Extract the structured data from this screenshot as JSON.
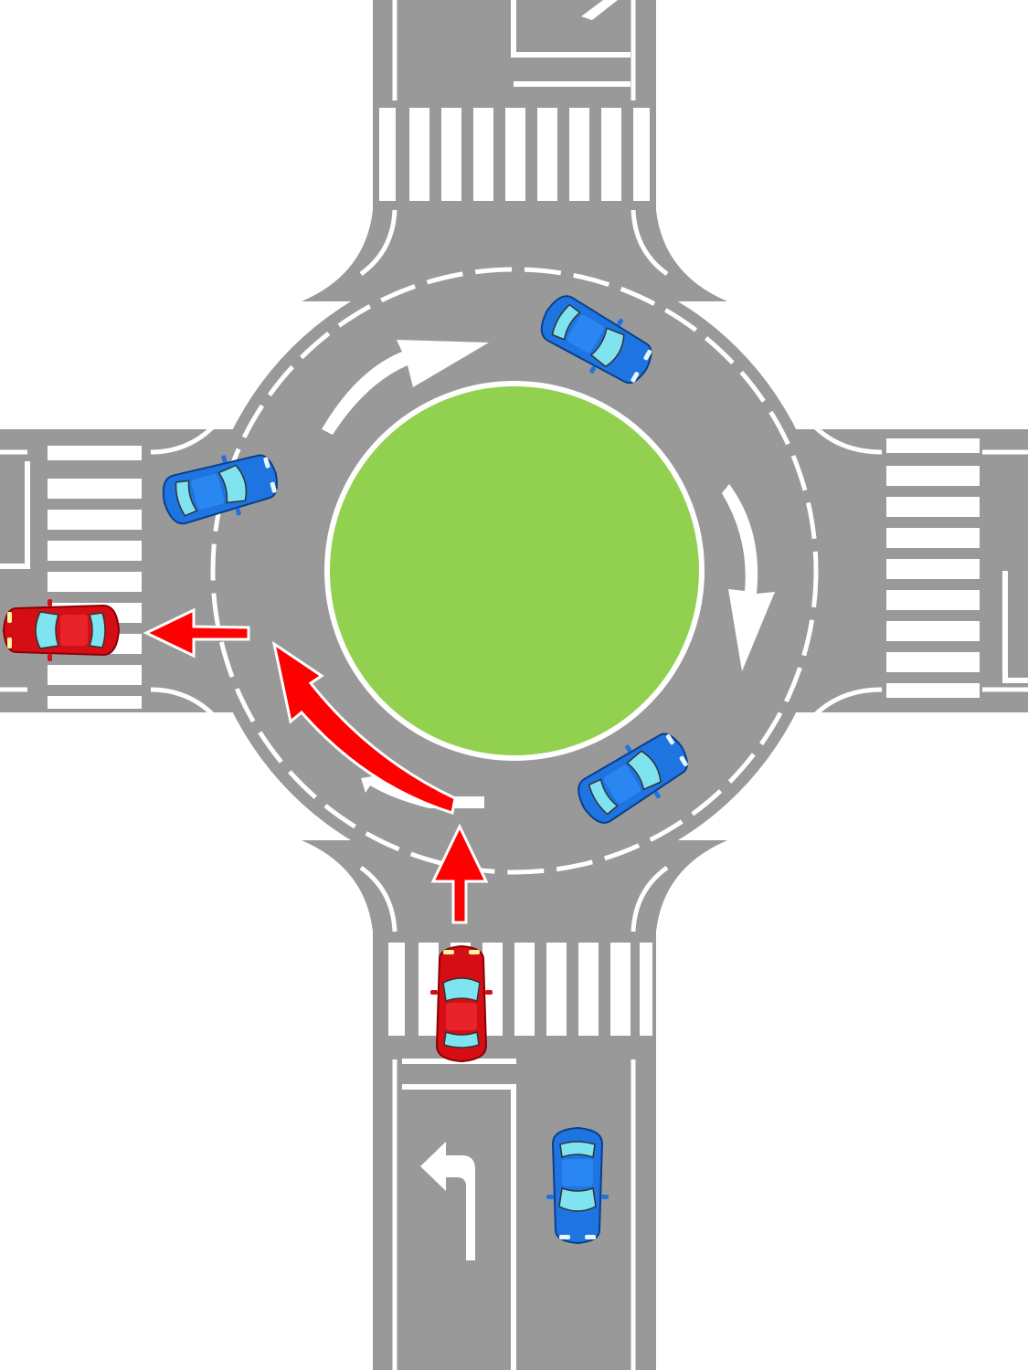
{
  "diagram": {
    "colors": {
      "background": "#ffffff",
      "road": "#999999",
      "marking": "#ffffff",
      "island": "#92d050",
      "route_arrow": "#ff0000",
      "subject_car": "#d40e14",
      "other_car": "#1e74e0",
      "car_glass": "#7fe3f0"
    },
    "subject_vehicle": {
      "color": "red",
      "entry_arm": "south",
      "exit_arm": "west",
      "manoeuvre": "turn-left"
    },
    "lane_markings": {
      "south_arm_arrow": "turn-left",
      "north_arm_arrow": "diagonal"
    },
    "circulation_arrows": 3,
    "other_vehicles": [
      {
        "color": "blue",
        "location": "circulating-north-east"
      },
      {
        "color": "blue",
        "location": "circulating-west"
      },
      {
        "color": "blue",
        "location": "circulating-south-east"
      },
      {
        "color": "blue",
        "location": "south-arm-waiting"
      }
    ]
  }
}
